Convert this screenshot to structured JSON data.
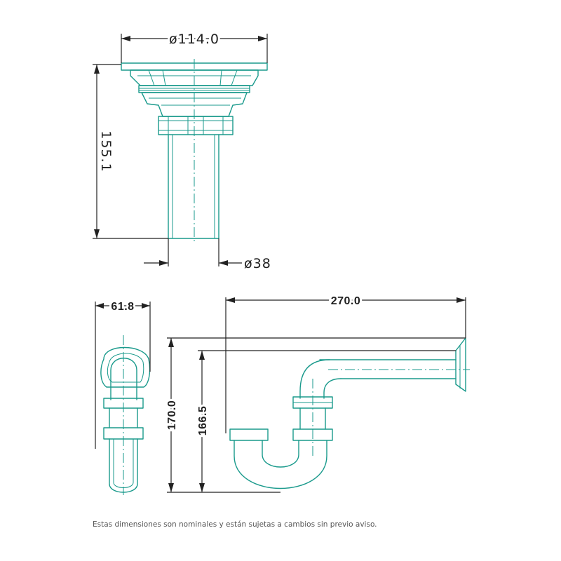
{
  "strainer_view": {
    "dim_diameter_top": "ø114.0",
    "dim_height": "155.1",
    "dim_diameter_pipe": "ø38"
  },
  "trap_side_view": {
    "dim_width": "61.8"
  },
  "trap_front_view": {
    "dim_length": "270.0",
    "dim_height_total": "170.0",
    "dim_height_inner": "166.5"
  },
  "footnote": "Estas dimensiones son nominales y están sujetas a cambios sin previo aviso.",
  "colors": {
    "part_stroke": "#1a9a8c",
    "dimension_stroke": "#222222"
  }
}
